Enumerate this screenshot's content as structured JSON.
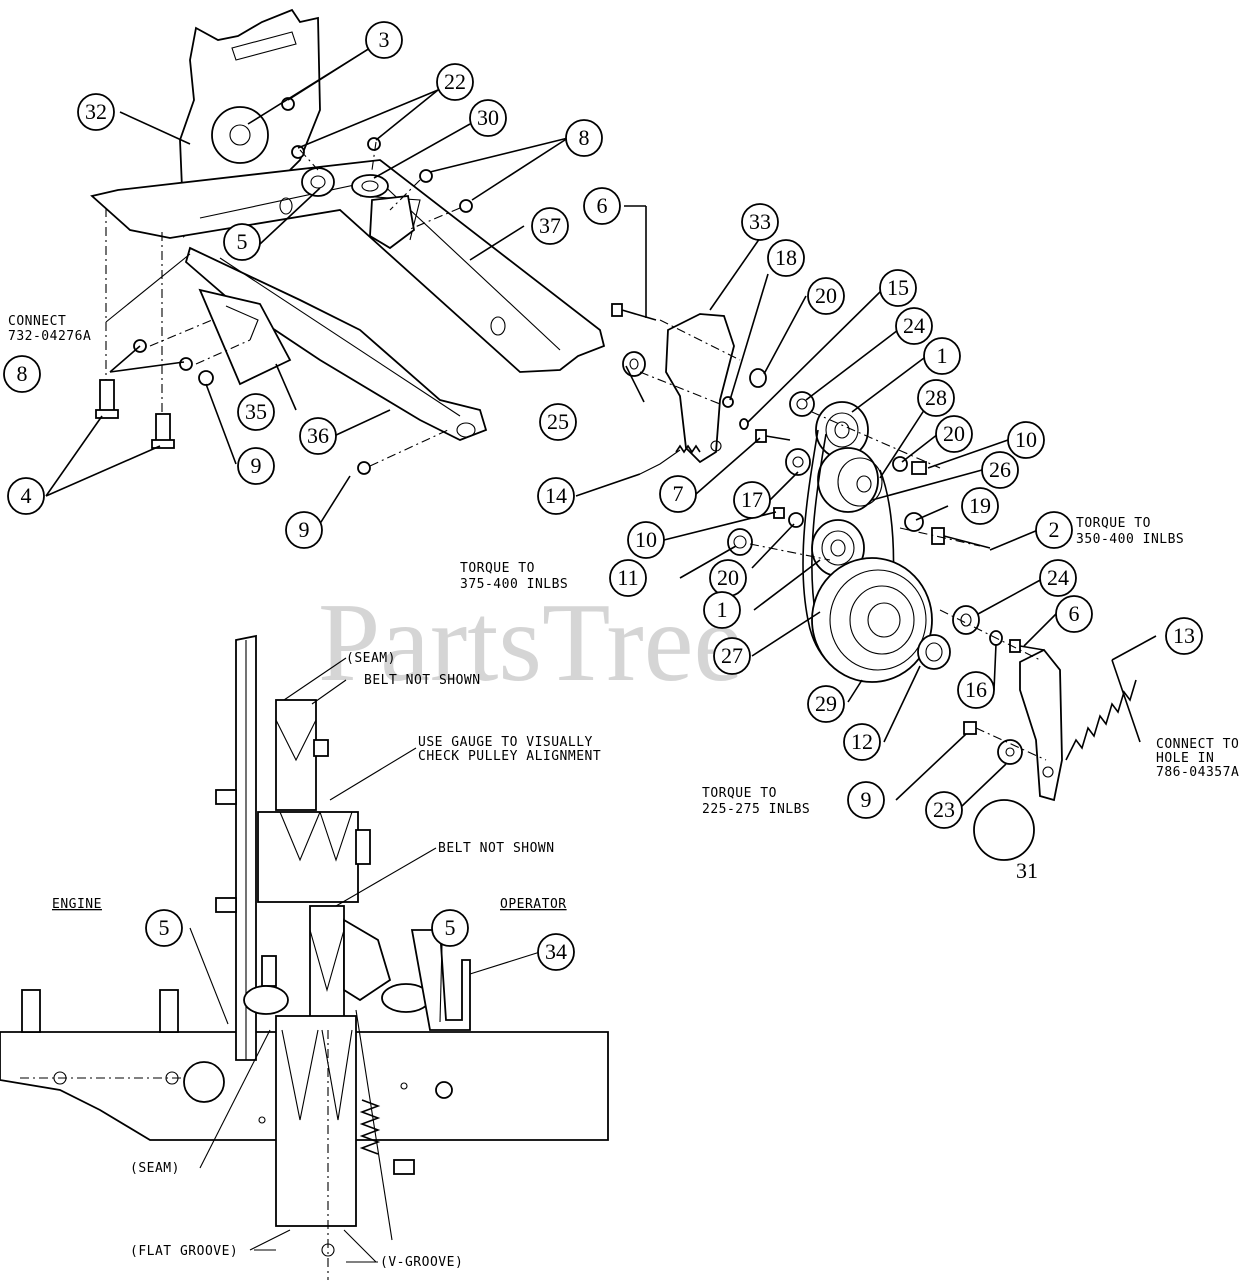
{
  "watermark": "PartsTree",
  "callouts": [
    {
      "id": "c3",
      "label": "3"
    },
    {
      "id": "c22",
      "label": "22"
    },
    {
      "id": "c30",
      "label": "30"
    },
    {
      "id": "c32",
      "label": "32"
    },
    {
      "id": "c8a",
      "label": "8"
    },
    {
      "id": "c6a",
      "label": "6"
    },
    {
      "id": "c33",
      "label": "33"
    },
    {
      "id": "c18",
      "label": "18"
    },
    {
      "id": "c37",
      "label": "37"
    },
    {
      "id": "c5a",
      "label": "5"
    },
    {
      "id": "c20a",
      "label": "20"
    },
    {
      "id": "c15",
      "label": "15"
    },
    {
      "id": "c24a",
      "label": "24"
    },
    {
      "id": "c1a",
      "label": "1"
    },
    {
      "id": "c8b",
      "label": "8"
    },
    {
      "id": "c28",
      "label": "28"
    },
    {
      "id": "c20b",
      "label": "20"
    },
    {
      "id": "c10a",
      "label": "10"
    },
    {
      "id": "c26",
      "label": "26"
    },
    {
      "id": "c25",
      "label": "25"
    },
    {
      "id": "c35",
      "label": "35"
    },
    {
      "id": "c36",
      "label": "36"
    },
    {
      "id": "c4",
      "label": "4"
    },
    {
      "id": "c9a",
      "label": "9"
    },
    {
      "id": "c9b",
      "label": "9"
    },
    {
      "id": "c14",
      "label": "14"
    },
    {
      "id": "c7",
      "label": "7"
    },
    {
      "id": "c17",
      "label": "17"
    },
    {
      "id": "c19",
      "label": "19"
    },
    {
      "id": "c2",
      "label": "2"
    },
    {
      "id": "c10b",
      "label": "10"
    },
    {
      "id": "c11",
      "label": "11"
    },
    {
      "id": "c20c",
      "label": "20"
    },
    {
      "id": "c1b",
      "label": "1"
    },
    {
      "id": "c24b",
      "label": "24"
    },
    {
      "id": "c6b",
      "label": "6"
    },
    {
      "id": "c13",
      "label": "13"
    },
    {
      "id": "c27",
      "label": "27"
    },
    {
      "id": "c16",
      "label": "16"
    },
    {
      "id": "c29",
      "label": "29"
    },
    {
      "id": "c12",
      "label": "12"
    },
    {
      "id": "c9c",
      "label": "9"
    },
    {
      "id": "c23",
      "label": "23"
    },
    {
      "id": "c5b",
      "label": "5"
    },
    {
      "id": "c5c",
      "label": "5"
    },
    {
      "id": "c34",
      "label": "34"
    }
  ],
  "loose_number": "31",
  "notes": {
    "connect_a_1": "CONNECT",
    "connect_a_2": "732-04276A",
    "torque_350_1": "TORQUE TO",
    "torque_350_2": "350-400 INLBS",
    "torque_375_1": "TORQUE TO",
    "torque_375_2": "375-400 INLBS",
    "torque_225_1": "TORQUE TO",
    "torque_225_2": "225-275 INLBS",
    "connect_b_1": "CONNECT TO",
    "connect_b_2": "HOLE IN",
    "connect_b_3": "786-04357A",
    "seam_top": "(SEAM)",
    "belt_not_shown_1": "BELT NOT SHOWN",
    "gauge_1": "USE GAUGE TO VISUALLY",
    "gauge_2": "CHECK PULLEY ALIGNMENT",
    "belt_not_shown_2": "BELT NOT SHOWN",
    "engine": "ENGINE",
    "operator": "OPERATOR",
    "seam_bottom": "(SEAM)",
    "flat_groove": "(FLAT GROOVE)",
    "v_groove": "(V-GROOVE)"
  }
}
